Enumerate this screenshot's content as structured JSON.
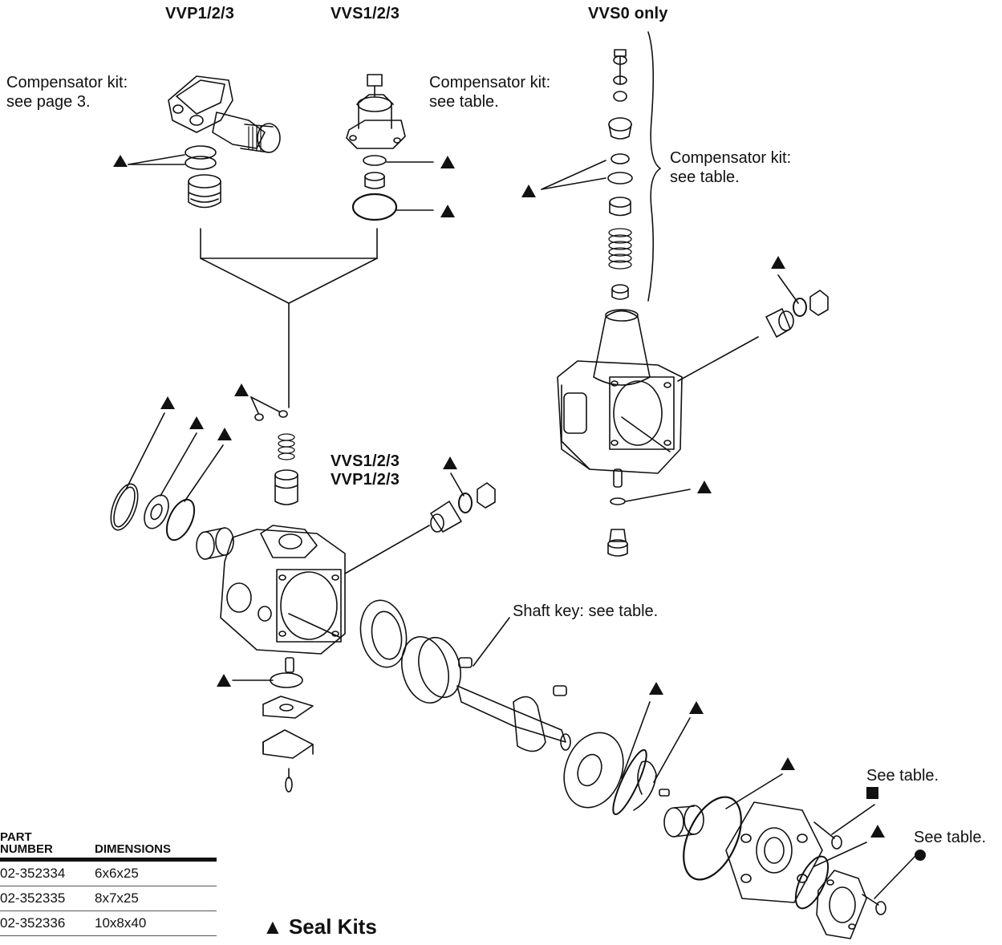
{
  "headers": {
    "vvp": "VVP1/2/3",
    "vvs": "VVS1/2/3",
    "vvs0": "VVS0 only",
    "mid_vvs": "VVS1/2/3",
    "mid_vvp": "VVP1/2/3"
  },
  "notes": {
    "comp_page3_line1": "Compensator kit:",
    "comp_page3_line2": "see page 3.",
    "comp_table_line1": "Compensator kit:",
    "comp_table_line2": "see table.",
    "comp_vvs0_line1": "Compensator kit:",
    "comp_vvs0_line2": "see table.",
    "shaft_key": "Shaft key: see table.",
    "see_table_square": "See table.",
    "see_table_circle": "See table."
  },
  "legend": {
    "seal_kits": "▲ Seal Kits"
  },
  "table": {
    "col1_line1": "PART",
    "col1_line2": "NUMBER",
    "col2": "DIMENSIONS",
    "rows": [
      {
        "part": "02-352334",
        "dims": "6x6x25"
      },
      {
        "part": "02-352335",
        "dims": "8x7x25"
      },
      {
        "part": "02-352336",
        "dims": "10x8x40"
      }
    ]
  }
}
